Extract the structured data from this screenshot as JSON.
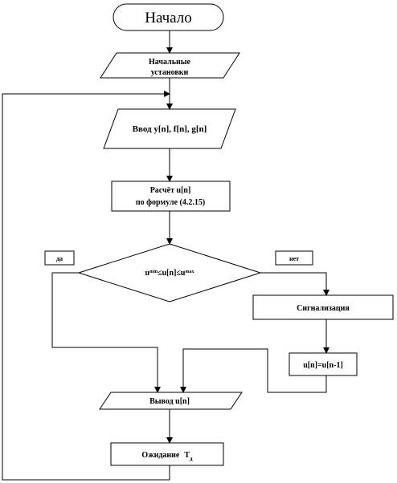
{
  "flowchart": {
    "start": "Начало",
    "init_line1": "Начальные",
    "init_line2": "установки",
    "input": "Ввод y[n], f[n], g[n]",
    "calc_line1": "Расчёт u[n]",
    "calc_line2": "по формуле (4.2.15)",
    "condition": {
      "u": "u",
      "sup_min": "min",
      "middle": "≤u[n]≤u",
      "sup_max": "max"
    },
    "yes_label": "да",
    "no_label": "нет",
    "signal": "Сигнализация",
    "assign": "u[n]=u[n-1]",
    "output": "Вывод u[n]",
    "wait": "Ожидание",
    "wait_sym": "T",
    "wait_sub": "д"
  }
}
